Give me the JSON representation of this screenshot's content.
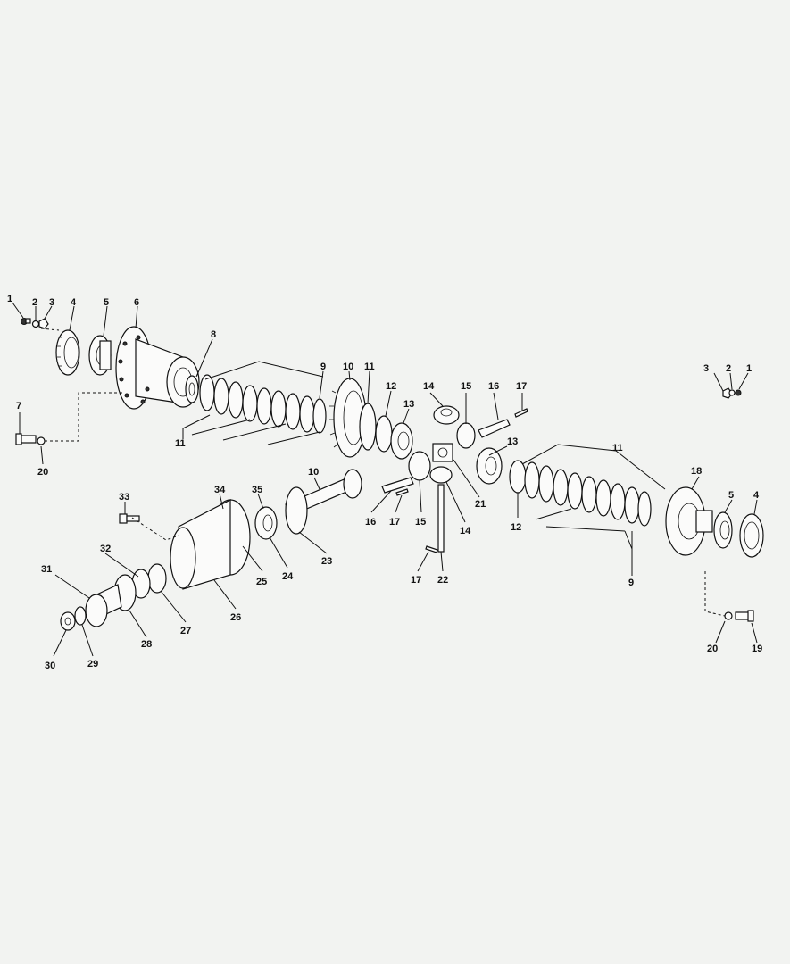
{
  "diagram": {
    "callouts": [
      {
        "id": "c1a",
        "text": "1"
      },
      {
        "id": "c2a",
        "text": "2"
      },
      {
        "id": "c3a",
        "text": "3"
      },
      {
        "id": "c4a",
        "text": "4"
      },
      {
        "id": "c5a",
        "text": "5"
      },
      {
        "id": "c6",
        "text": "6"
      },
      {
        "id": "c7",
        "text": "7"
      },
      {
        "id": "c8",
        "text": "8"
      },
      {
        "id": "c9a",
        "text": "9"
      },
      {
        "id": "c10a",
        "text": "10"
      },
      {
        "id": "c11a",
        "text": "11"
      },
      {
        "id": "c12a",
        "text": "12"
      },
      {
        "id": "c13a",
        "text": "13"
      },
      {
        "id": "c14a",
        "text": "14"
      },
      {
        "id": "c15a",
        "text": "15"
      },
      {
        "id": "c16a",
        "text": "16"
      },
      {
        "id": "c17a",
        "text": "17"
      },
      {
        "id": "c11b",
        "text": "11"
      },
      {
        "id": "c20a",
        "text": "20"
      },
      {
        "id": "c3b",
        "text": "3"
      },
      {
        "id": "c2b",
        "text": "2"
      },
      {
        "id": "c1b",
        "text": "1"
      },
      {
        "id": "c11c",
        "text": "11"
      },
      {
        "id": "c13b",
        "text": "13"
      },
      {
        "id": "c18",
        "text": "18"
      },
      {
        "id": "c5b",
        "text": "5"
      },
      {
        "id": "c4b",
        "text": "4"
      },
      {
        "id": "c33",
        "text": "33"
      },
      {
        "id": "c34",
        "text": "34"
      },
      {
        "id": "c35",
        "text": "35"
      },
      {
        "id": "c10b",
        "text": "10"
      },
      {
        "id": "c16b",
        "text": "16"
      },
      {
        "id": "c17b",
        "text": "17"
      },
      {
        "id": "c15b",
        "text": "15"
      },
      {
        "id": "c21",
        "text": "21"
      },
      {
        "id": "c14b",
        "text": "14"
      },
      {
        "id": "c12b",
        "text": "12"
      },
      {
        "id": "c32",
        "text": "32"
      },
      {
        "id": "c31",
        "text": "31"
      },
      {
        "id": "c25",
        "text": "25"
      },
      {
        "id": "c24",
        "text": "24"
      },
      {
        "id": "c23",
        "text": "23"
      },
      {
        "id": "c17c",
        "text": "17"
      },
      {
        "id": "c22",
        "text": "22"
      },
      {
        "id": "c9b",
        "text": "9"
      },
      {
        "id": "c26",
        "text": "26"
      },
      {
        "id": "c27",
        "text": "27"
      },
      {
        "id": "c28",
        "text": "28"
      },
      {
        "id": "c29",
        "text": "29"
      },
      {
        "id": "c30",
        "text": "30"
      },
      {
        "id": "c20b",
        "text": "20"
      },
      {
        "id": "c19",
        "text": "19"
      }
    ]
  }
}
